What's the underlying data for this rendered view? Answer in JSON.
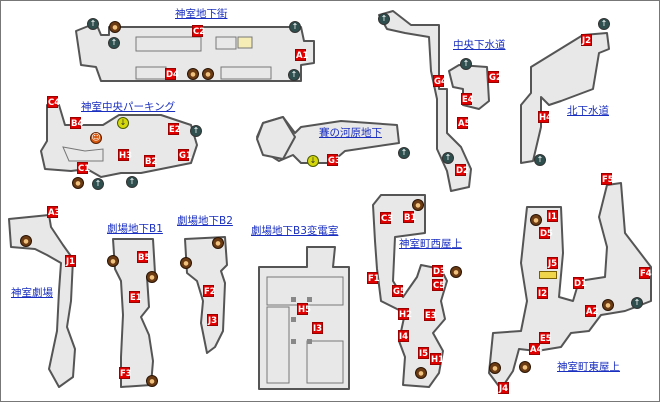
{
  "labels": {
    "kamuro_chika": "神室地下街",
    "chuo_gesuido": "中央下水道",
    "kita_gesuido": "北下水道",
    "chuo_parking": "神室中央パーキング",
    "sai_no_kawara": "賽の河原地下",
    "gekijo_b1": "劇場地下B1",
    "gekijo_b2": "劇場地下B2",
    "gekijo_b3": "劇場地下B3変電室",
    "nishi_okujo": "神室町西屋上",
    "gekijo": "神室劇場",
    "higashi_okujo": "神室町東屋上"
  },
  "markers": {
    "A1": "A1",
    "A2": "A2",
    "A3": "A3",
    "A4": "A4",
    "A5": "A5",
    "B1": "B1",
    "B2": "B2",
    "B4": "B4",
    "B5": "B5",
    "C1": "C1",
    "C2": "C2",
    "C3": "C3",
    "C4": "C4",
    "C5": "C5",
    "D1": "D1",
    "D2": "D2",
    "D3": "D3",
    "D4": "D4",
    "D5": "D5",
    "E1": "E1",
    "E2": "E2",
    "E3": "E3",
    "E4": "E4",
    "E5": "E5",
    "F1": "F1",
    "F2": "F2",
    "F3": "F3",
    "F4": "F4",
    "F5": "F5",
    "G1": "G1",
    "G2": "G2",
    "G3": "G3",
    "G4": "G4",
    "G5": "G5",
    "H1": "H1",
    "H2": "H2",
    "H3": "H3",
    "H4": "H4",
    "H5": "H5",
    "I1": "I1",
    "I2": "I2",
    "I3": "I3",
    "I4": "I4",
    "I5": "I5",
    "J1": "J1",
    "J2": "J2",
    "J3": "J3",
    "J4": "J4",
    "J5": "J5"
  },
  "icon_kinds": {
    "exit": "exit-arrow-icon",
    "item": "item-bag-icon",
    "save": "save-point-icon",
    "npc": "npc-icon"
  },
  "colors": {
    "marker": "#e00000",
    "link": "#1a2fbf",
    "floor": "#e8e8e8",
    "wall": "#555555"
  }
}
